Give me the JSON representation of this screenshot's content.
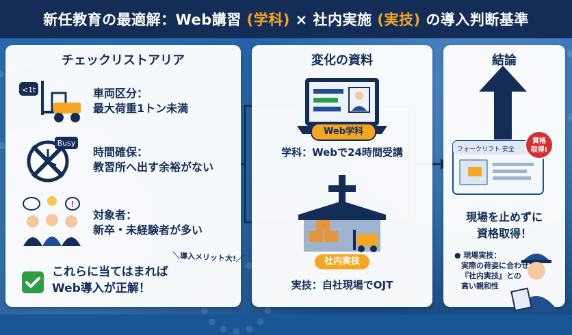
{
  "title": {
    "part1": "新任教育の最適解：Web講習",
    "hl1": "(学科)",
    "mid": "× 社内実施",
    "hl2": "(実技)",
    "part2": "の導入判断基準"
  },
  "left_panel": {
    "heading": "チェックリストアリア",
    "items": [
      {
        "line1": "車両区分：",
        "line2": "最大荷重1トン未満",
        "icon_label": "<1t",
        "icon": "forklift-icon"
      },
      {
        "line1": "時間確保：",
        "line2": "教習所へ出す余裕がない",
        "icon_label": "Busy",
        "icon": "clock-icon"
      },
      {
        "line1": "対象者：",
        "line2": "新卒・未経験者が多い",
        "icon": "people-icon"
      }
    ],
    "merit_note": "＼導入メリット大!／",
    "check_line1": "これらに当てはまれば",
    "check_line2": "Web導入が正解！"
  },
  "mid_panel": {
    "heading": "変化の資料",
    "web_badge": "Web学科",
    "web_caption": "学科：Webで24時間受講",
    "onsite_badge": "社内実技",
    "onsite_caption": "実技：自社現場でOJT"
  },
  "right_panel": {
    "heading": "結論",
    "card_title": "フォークリフト 安全",
    "seal_line1": "資格",
    "seal_line2": "取得!",
    "conclusion_line1": "現場を止めずに",
    "conclusion_line2": "資格取得！",
    "note_line1": "● 現場実技：",
    "note_line2": "実際の荷姿に合わせた",
    "note_line3": "『社内実技』との",
    "note_line4": "高い親和性"
  },
  "colors": {
    "navy": "#142d57",
    "accent": "#f5a623",
    "green": "#2e9e44",
    "bg": "#1a5596"
  }
}
